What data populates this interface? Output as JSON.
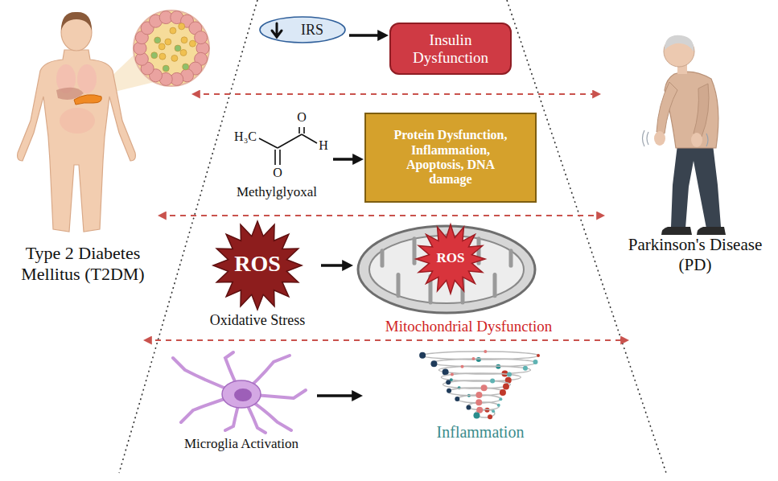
{
  "diagram": {
    "nodes": [
      {
        "text": [
          "IRS"
        ]
      },
      {
        "text": [
          "Insulin Dysfunction"
        ]
      },
      {
        "text": [
          "Methylglyoxal"
        ]
      },
      {
        "text": [
          "Protein Dysfunction, Inflammation, Apoptosis, DNA damage"
        ]
      },
      {
        "text": [
          "ROS",
          "Oxidative Stress"
        ]
      },
      {
        "text": [
          "Mitochondrial Dysfunction"
        ]
      },
      {
        "text": [
          "ROS"
        ],
        "in": 5
      },
      {
        "text": [
          "Microglia Activation"
        ]
      },
      {
        "text": [
          "Inflammation"
        ]
      }
    ],
    "edges": [
      {
        "from": 0,
        "to": 1,
        "arrow": "to"
      },
      {
        "from": 2,
        "to": 3,
        "arrow": "to"
      },
      {
        "from": 4,
        "to": 5,
        "arrow": "to"
      },
      {
        "from": 7,
        "to": 8,
        "arrow": "to"
      }
    ],
    "labels": [
      "Type 2 Diabetes Mellitus (T2DM)",
      "Parkinson's Disease (PD)",
      "H₃C",
      "H",
      "O",
      "O"
    ]
  }
}
